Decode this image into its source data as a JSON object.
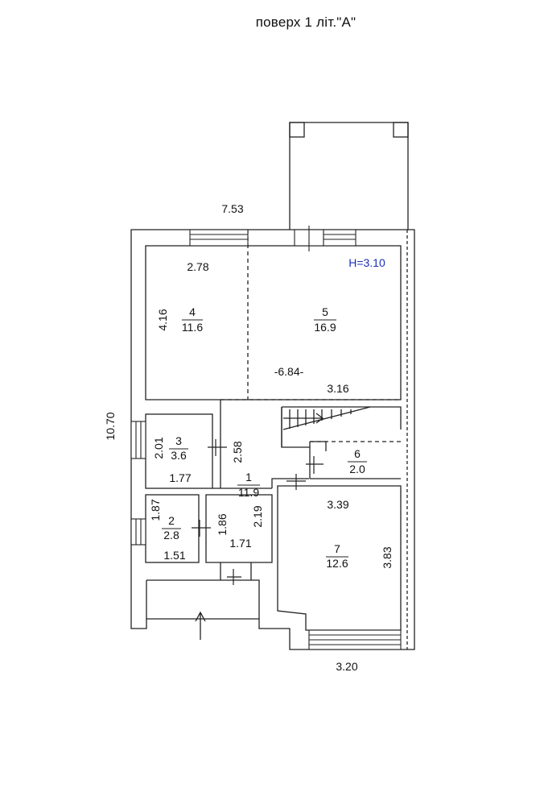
{
  "title": "поверх 1 літ.\"А\"",
  "ceiling_height": "H=3.10",
  "rooms": [
    {
      "number": "1",
      "area": "11.9"
    },
    {
      "number": "2",
      "area": "2.8"
    },
    {
      "number": "3",
      "area": "3.6"
    },
    {
      "number": "4",
      "area": "11.6"
    },
    {
      "number": "5",
      "area": "16.9"
    },
    {
      "number": "6",
      "area": "2.0"
    },
    {
      "number": "7",
      "area": "12.6"
    }
  ],
  "dimensions": {
    "top_width": "7.53",
    "room4_width": "2.78",
    "room4_depth": "4.16",
    "room5_width": "3.16",
    "level_mark": "-6.84-",
    "total_length": "10.70",
    "room3_depth": "2.01",
    "room3_width": "1.77",
    "hall_depth": "2.58",
    "room2_depth": "1.87",
    "room2_width": "1.51",
    "corridor_depth": "1.86",
    "corridor_width": "1.71",
    "corridor_side": "2.19",
    "room7_width": "3.39",
    "room7_depth": "3.83",
    "bottom_width": "3.20"
  }
}
